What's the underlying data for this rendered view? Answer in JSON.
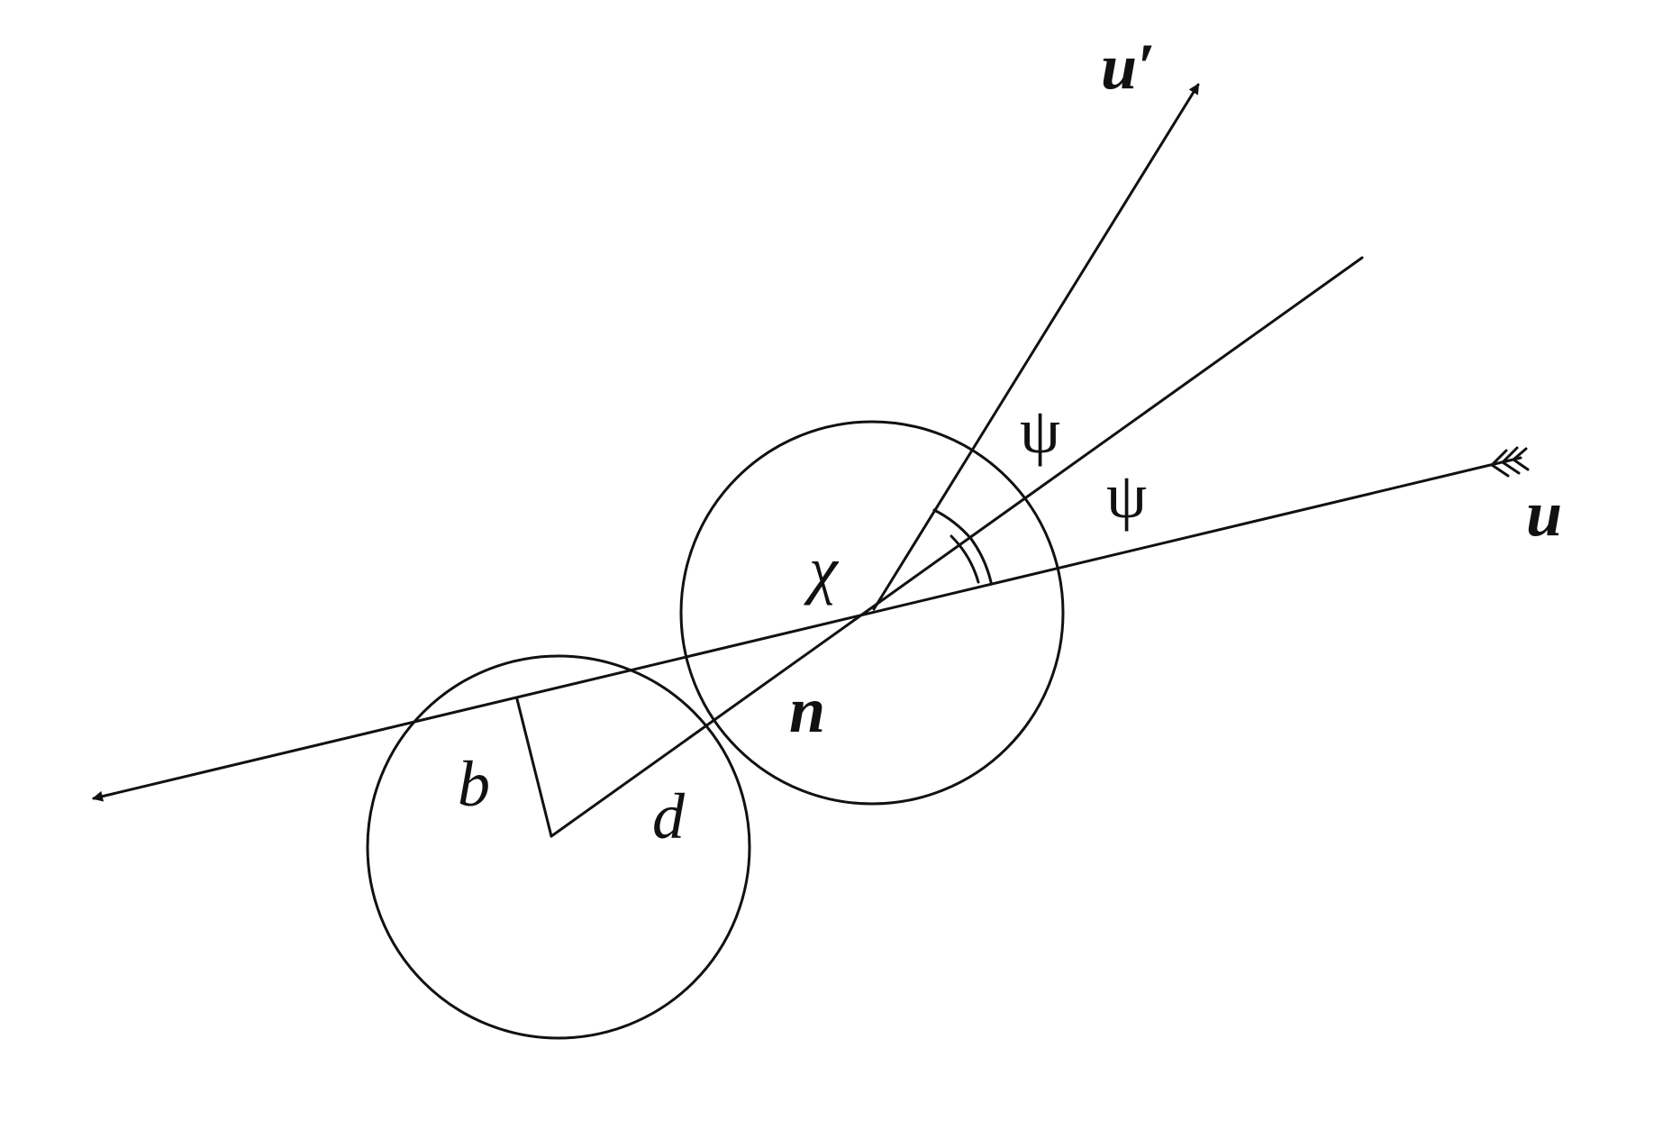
{
  "diagram": {
    "labels": {
      "u_prime": "u′",
      "u": "u",
      "psi_upper": "ψ",
      "psi_lower": "ψ",
      "chi": "χ",
      "n": "n",
      "b": "b",
      "d": "d"
    },
    "line_color": "#111111",
    "background": "#ffffff"
  }
}
